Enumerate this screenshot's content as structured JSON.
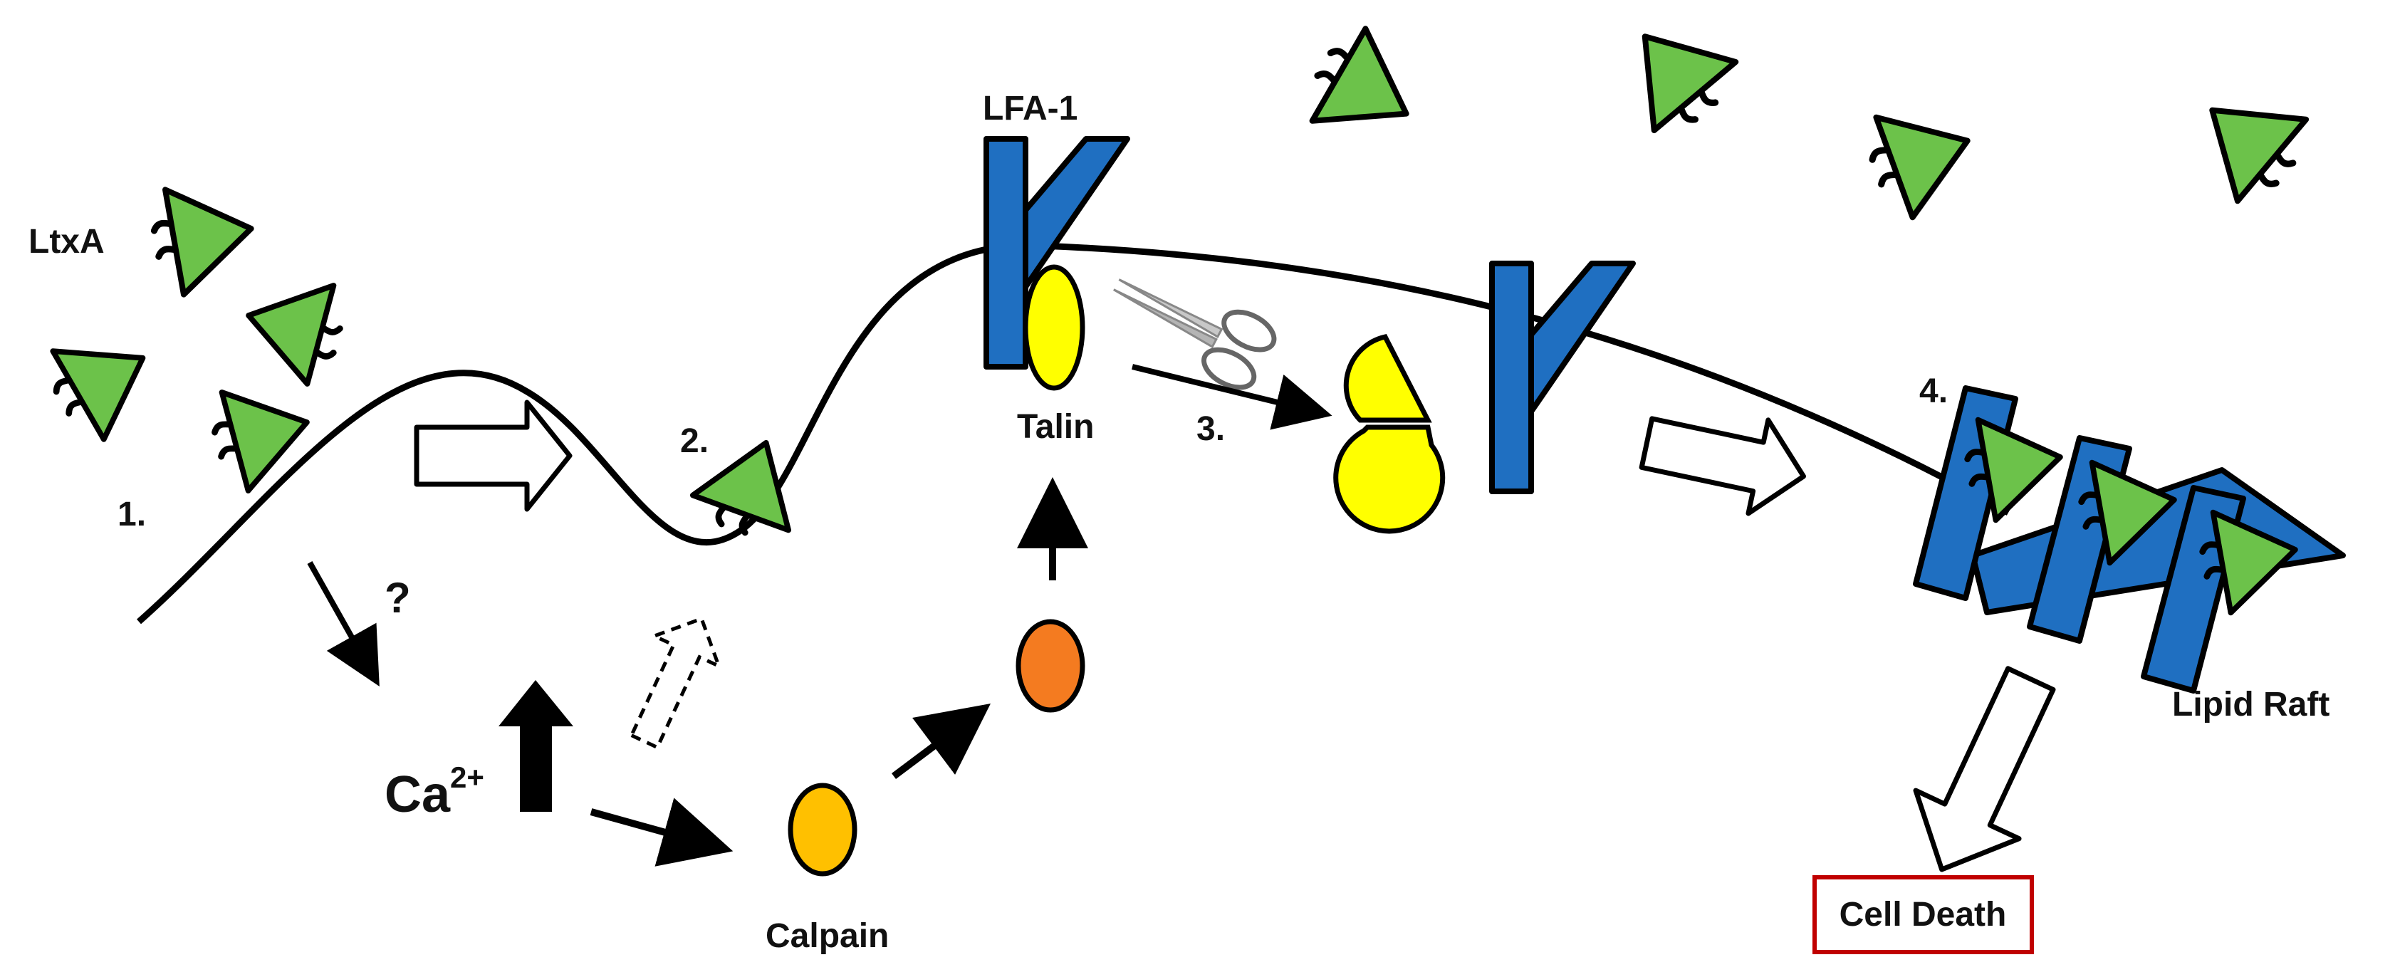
{
  "labels": {
    "ltxa": "LtxA",
    "lfa1": "LFA-1",
    "talin": "Talin",
    "calpain": "Calpain",
    "lipid_raft": "Lipid Raft",
    "cell_death": "Cell Death",
    "question": "?",
    "ca_base": "Ca",
    "ca_sup": "2+",
    "step1": "1.",
    "step2": "2.",
    "step3": "3.",
    "step4": "4."
  },
  "colors": {
    "toxin_green": "#6cc24a",
    "lfa1_blue": "#1f6fc1",
    "talin_yellow": "#ffff00",
    "calpain_gold": "#ffc000",
    "active_calpain_orange": "#f47b20",
    "cell_death_border": "#c00000"
  }
}
